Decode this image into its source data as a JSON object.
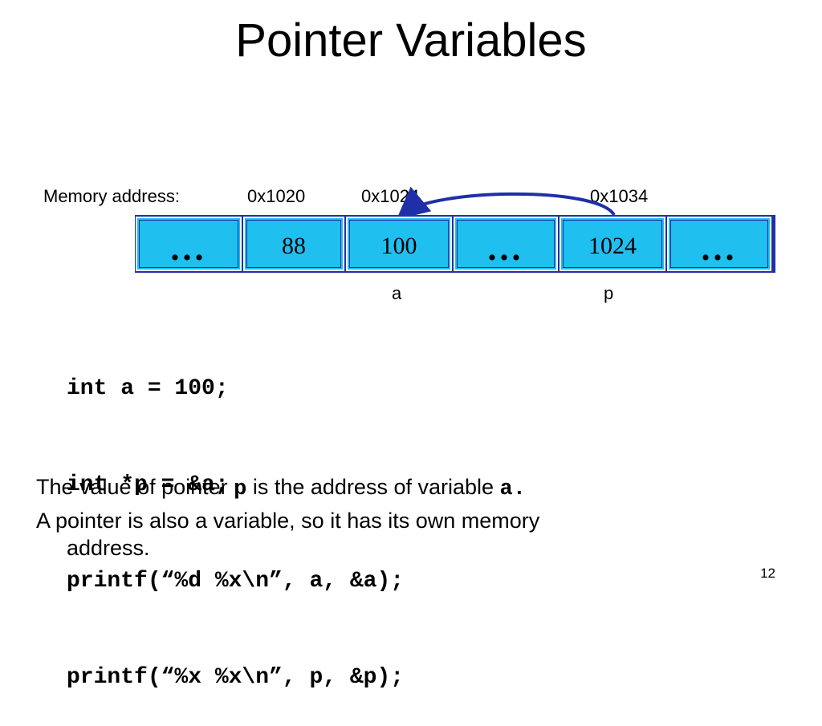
{
  "slide": {
    "title": "Pointer Variables",
    "page_number": "12"
  },
  "memory": {
    "address_label": "Memory address:",
    "addresses": [
      "0x1020",
      "0x1024",
      "0x1034"
    ],
    "cells": [
      "...",
      "88",
      "100",
      "...",
      "1024",
      "..."
    ],
    "variables": [
      "a",
      "p"
    ],
    "arrow_color": "#1f2fa8",
    "cell_color": "#1fbff0"
  },
  "code": {
    "lines": [
      "int a = 100;",
      "int *p = &a;",
      "printf(“%d %x\\n”, a, &a);",
      "printf(“%x %x\\n”, p, &p);"
    ]
  },
  "notes": {
    "line1_prefix": "The value of pointer ",
    "line1_code1": "p",
    "line1_middle": " is the address of variable ",
    "line1_code2": "a.",
    "line2_a": "A pointer is also a variable, so it has its own memory",
    "line2_b": "address."
  }
}
